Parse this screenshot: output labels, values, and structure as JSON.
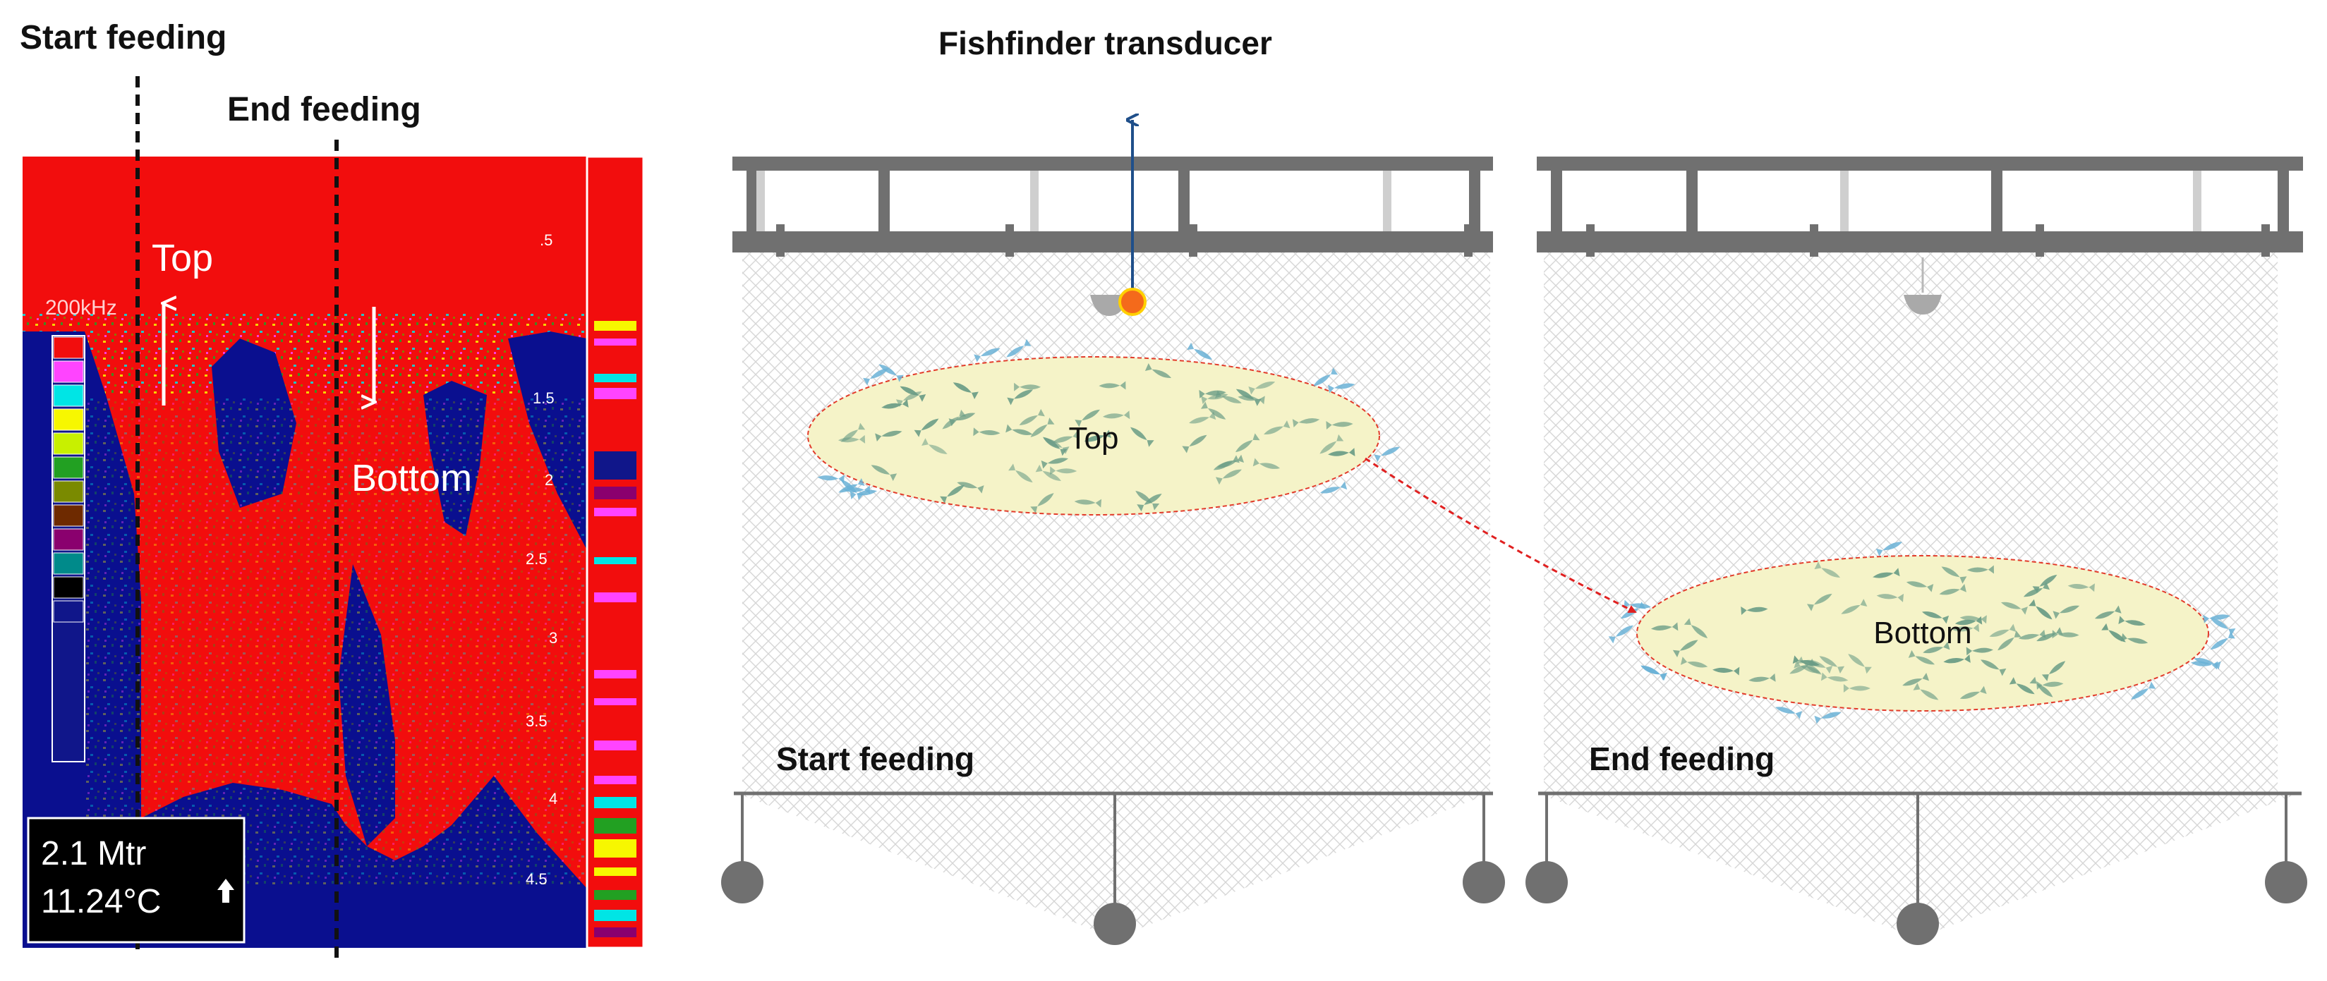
{
  "echogram": {
    "start_feeding_label": "Start feeding",
    "end_feeding_label": "End feeding",
    "frequency_label": "200kHz",
    "top_label": "Top",
    "bottom_label": "Bottom",
    "depth_ticks": [
      ".5",
      "1.5",
      "2",
      "2.5",
      "3",
      "3.5",
      "4",
      "4.5"
    ],
    "readout_depth": "2.1 Mtr",
    "readout_temperature": "11.24°C",
    "colors": {
      "background_red": "#f20d0d",
      "deep_blue": "#0a0f8f",
      "scale_blue": "#10168a"
    },
    "palette": [
      "#f20d0d",
      "#ff44ff",
      "#00e5e5",
      "#f7f700",
      "#c8f000",
      "#22a022",
      "#7a8a00",
      "#6e2a00",
      "#8a006e",
      "#008a8a",
      "#000000",
      "#10168a"
    ]
  },
  "cages": {
    "transducer_label": "Fishfinder transducer",
    "school_top_label": "Top",
    "school_bottom_label": "Bottom",
    "start_feeding_label": "Start feeding",
    "end_feeding_label": "End feeding",
    "colors": {
      "frame_gray": "#707070",
      "school_fill": "#f5f3c8",
      "school_outline": "#e23b2a",
      "fish_green": "#6a9c86",
      "fish_blue": "#6ab2d6",
      "transducer_dot": "#f46a1b",
      "pole_blue": "#1f4f8a",
      "arrow_red": "#e02020"
    }
  }
}
